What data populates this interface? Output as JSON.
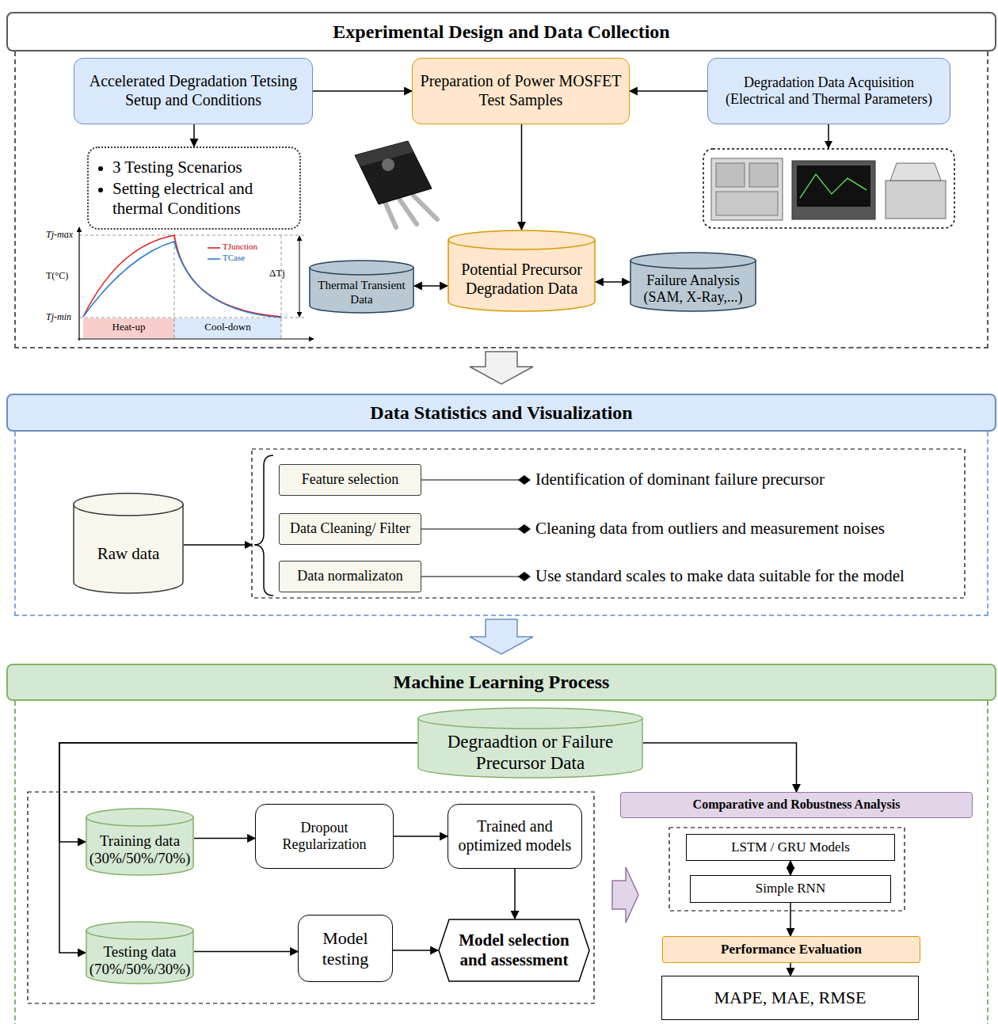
{
  "diagram": {
    "nodes": [
      {
        "text": [
          "Experimental Design and Data Collection"
        ]
      },
      {
        "text": [
          "Accelerated Degradation Tetsing Setup and Conditions"
        ],
        "in": 0
      },
      {
        "text": [
          "Preparation of Power MOSFET Test Samples"
        ],
        "in": 0
      },
      {
        "text": [
          "Degradation Data Acquisition (Electrical and Thermal Parameters)"
        ],
        "in": 0
      },
      {
        "text": [
          "3 Testing Scenarios",
          "Setting electrical and thermal Conditions"
        ],
        "in": 0
      },
      {
        "text": [
          "Potential Precursor Degradation Data"
        ],
        "in": 0
      },
      {
        "text": [
          "Thermal Transient Data"
        ],
        "in": 0
      },
      {
        "text": [
          "Failure Analysis (SAM, X-Ray,...)"
        ],
        "in": 0
      },
      {
        "text": [
          "Data Statistics and Visualization"
        ]
      },
      {
        "text": [
          "Raw data"
        ],
        "in": 8
      },
      {
        "text": [
          "Feature selection"
        ],
        "in": 8
      },
      {
        "text": [
          "Data Cleaning/ Filter"
        ],
        "in": 8
      },
      {
        "text": [
          "Data normalizaton"
        ],
        "in": 8
      },
      {
        "text": [
          "Machine Learning Process"
        ]
      },
      {
        "text": [
          "Degraadtion or Failure Precursor Data"
        ],
        "in": 13
      },
      {
        "text": [
          "Training data (30%/50%/70%)"
        ],
        "in": 13
      },
      {
        "text": [
          "Dropout Regularization"
        ],
        "in": 13
      },
      {
        "text": [
          "Trained and optimized models"
        ],
        "in": 13
      },
      {
        "text": [
          "Testing data (70%/50%/30%)"
        ],
        "in": 13
      },
      {
        "text": [
          "Model testing"
        ],
        "in": 13
      },
      {
        "text": [
          "Model selection and assessment"
        ],
        "in": 13
      },
      {
        "text": [
          "Comparative and Robustness Analysis"
        ],
        "in": 13
      },
      {
        "text": [
          "LSTM / GRU Models"
        ],
        "in": 13
      },
      {
        "text": [
          "Simple RNN"
        ],
        "in": 13
      },
      {
        "text": [
          "Performance Evaluation"
        ],
        "in": 13
      },
      {
        "text": [
          "MAPE, MAE, RMSE"
        ],
        "in": 13
      }
    ],
    "edges": [
      {
        "from": 1,
        "to": 2,
        "arrow": "to"
      },
      {
        "from": 3,
        "to": 2,
        "arrow": "to"
      },
      {
        "from": 1,
        "to": 4,
        "arrow": "to"
      },
      {
        "from": 2,
        "to": 5,
        "arrow": "to"
      },
      {
        "from": 6,
        "to": 5,
        "arrow": "both"
      },
      {
        "from": 5,
        "to": 7,
        "arrow": "both"
      },
      {
        "from": 0,
        "to": 8,
        "arrow": "to"
      },
      {
        "from": 8,
        "to": 13,
        "arrow": "to"
      },
      {
        "from": 14,
        "to": 15,
        "arrow": "to"
      },
      {
        "from": 14,
        "to": 18,
        "arrow": "to"
      },
      {
        "from": 14,
        "to": 21,
        "arrow": "to"
      },
      {
        "from": 15,
        "to": 16,
        "arrow": "to"
      },
      {
        "from": 16,
        "to": 17,
        "arrow": "to"
      },
      {
        "from": 17,
        "to": 20,
        "arrow": "to"
      },
      {
        "from": 18,
        "to": 19,
        "arrow": "to"
      },
      {
        "from": 19,
        "to": 20,
        "arrow": "to"
      },
      {
        "from": 22,
        "to": 23,
        "arrow": "both"
      },
      {
        "from": 23,
        "to": 24,
        "arrow": "to"
      },
      {
        "from": 24,
        "to": 25,
        "arrow": "to"
      }
    ],
    "labels": [
      "Tj-max",
      "T(°C)",
      "Tj-min",
      "ΔTj",
      "Heat-up",
      "Cool-down",
      "Identification of dominant failure precursor",
      "Cleaning data from outliers and measurement noises",
      "Use standard scales to make data suitable for the model"
    ],
    "legend": [
      {
        "text": "TJunction"
      },
      {
        "text": "TCase"
      }
    ]
  }
}
